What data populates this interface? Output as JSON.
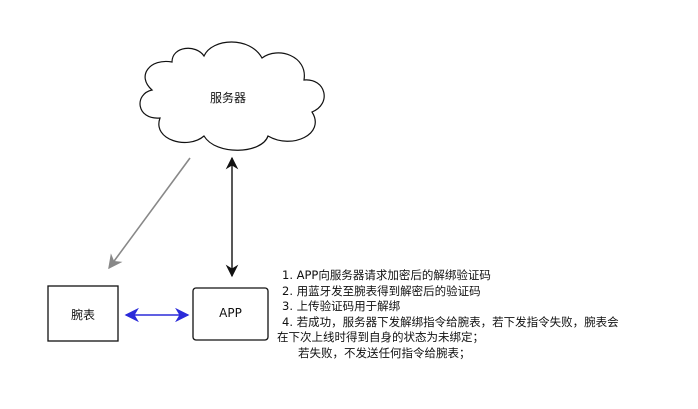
{
  "nodes": {
    "server": "服务器",
    "watch": "腕表",
    "app": "APP"
  },
  "notes": [
    "1. APP向服务器请求加密后的解绑验证码",
    "2. 用蓝牙发至腕表得到解密后的验证码",
    "3. 上传验证码用于解绑",
    "4. 若成功，服务器下发解绑指令给腕表，若下发指令失败，腕表会",
    "在下次上线时得到自身的状态为未绑定；",
    "若失败，不发送任何指令给腕表；"
  ],
  "colors": {
    "bluetooth_arrow": "#2b2bd9",
    "gray_arrow": "#888888",
    "line": "#111111"
  }
}
